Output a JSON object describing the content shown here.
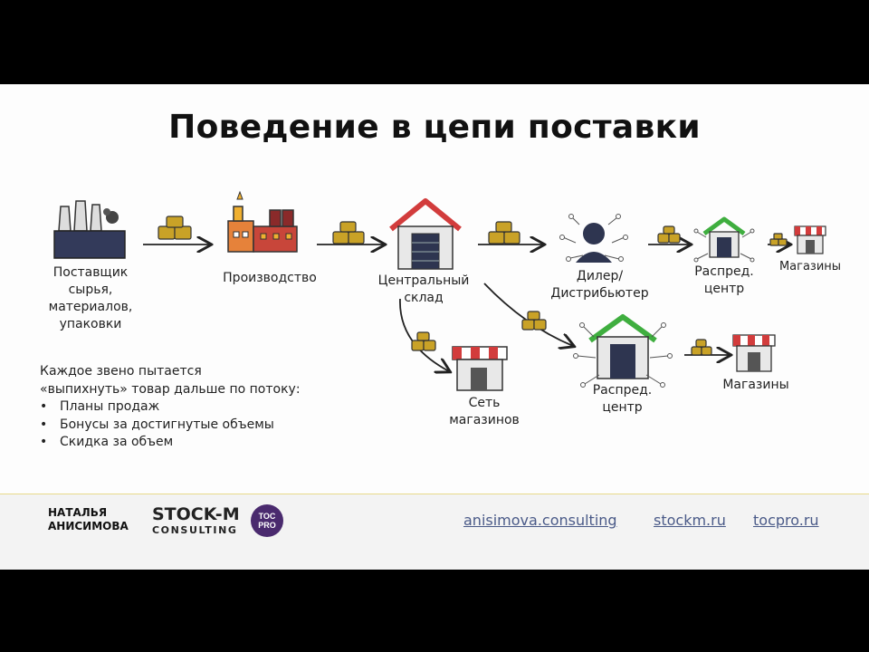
{
  "title": "Поведение в цепи поставки",
  "nodes": {
    "suppliers": [
      "Поставщик",
      "сырья,",
      "материалов,",
      "упаковки"
    ],
    "production": [
      "Производство"
    ],
    "central_warehouse": [
      "Центральный",
      "склад"
    ],
    "dealer": [
      "Дилер/",
      "Дистрибьютер"
    ],
    "distribution_center_top": [
      "Распред.",
      "центр"
    ],
    "shops_top": [
      "Магазины"
    ],
    "store_chain": [
      "Сеть",
      "магазинов"
    ],
    "distribution_center_bottom": [
      "Распред.",
      "центр"
    ],
    "shops_bottom": [
      "Магазины"
    ]
  },
  "note": {
    "intro": [
      "Каждое звено пытается",
      "«выпихнуть» товар дальше по потоку:"
    ],
    "bullets": [
      "Планы продаж",
      "Бонусы за достигнутые объемы",
      "Скидка за объем"
    ]
  },
  "footer": {
    "brand_name": [
      "НАТАЛЬЯ",
      "АНИСИМОВА"
    ],
    "stockm": "STOCK-M",
    "stockm_sub": "CONSULTING",
    "tocpro": [
      "TOC",
      "PRO"
    ],
    "links": [
      "anisimova.consulting",
      "stockm.ru",
      "tocpro.ru"
    ]
  },
  "colors": {
    "footer_line": "#e8d98a",
    "box": "#c9a227",
    "roof_red": "#d23c3c",
    "roof_green": "#3fae3f",
    "link": "#4a5a88"
  }
}
